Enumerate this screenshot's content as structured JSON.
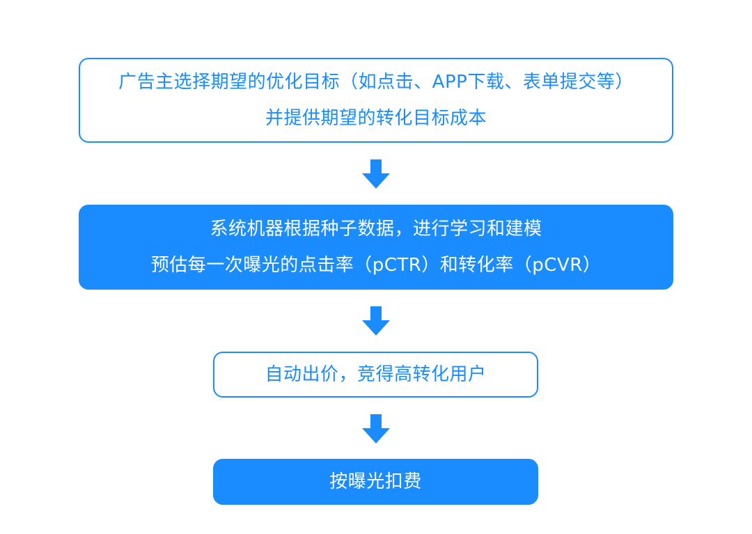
{
  "colors": {
    "accent": "#1a8cff",
    "background": "#ffffff",
    "filled_text": "#ffffff"
  },
  "steps": [
    {
      "style": "outline",
      "lines": [
        "广告主选择期望的优化目标（如点击、APP下载、表单提交等）",
        "并提供期望的转化目标成本"
      ]
    },
    {
      "style": "filled",
      "lines": [
        "系统机器根据种子数据，进行学习和建模",
        "预估每一次曝光的点击率（pCTR）和转化率（pCVR）"
      ]
    },
    {
      "style": "outline",
      "lines": [
        "自动出价，竞得高转化用户"
      ]
    },
    {
      "style": "filled",
      "lines": [
        "按曝光扣费"
      ]
    }
  ],
  "connectors": [
    {
      "icon": "down-arrow-icon"
    },
    {
      "icon": "down-arrow-icon"
    },
    {
      "icon": "down-arrow-icon"
    }
  ]
}
